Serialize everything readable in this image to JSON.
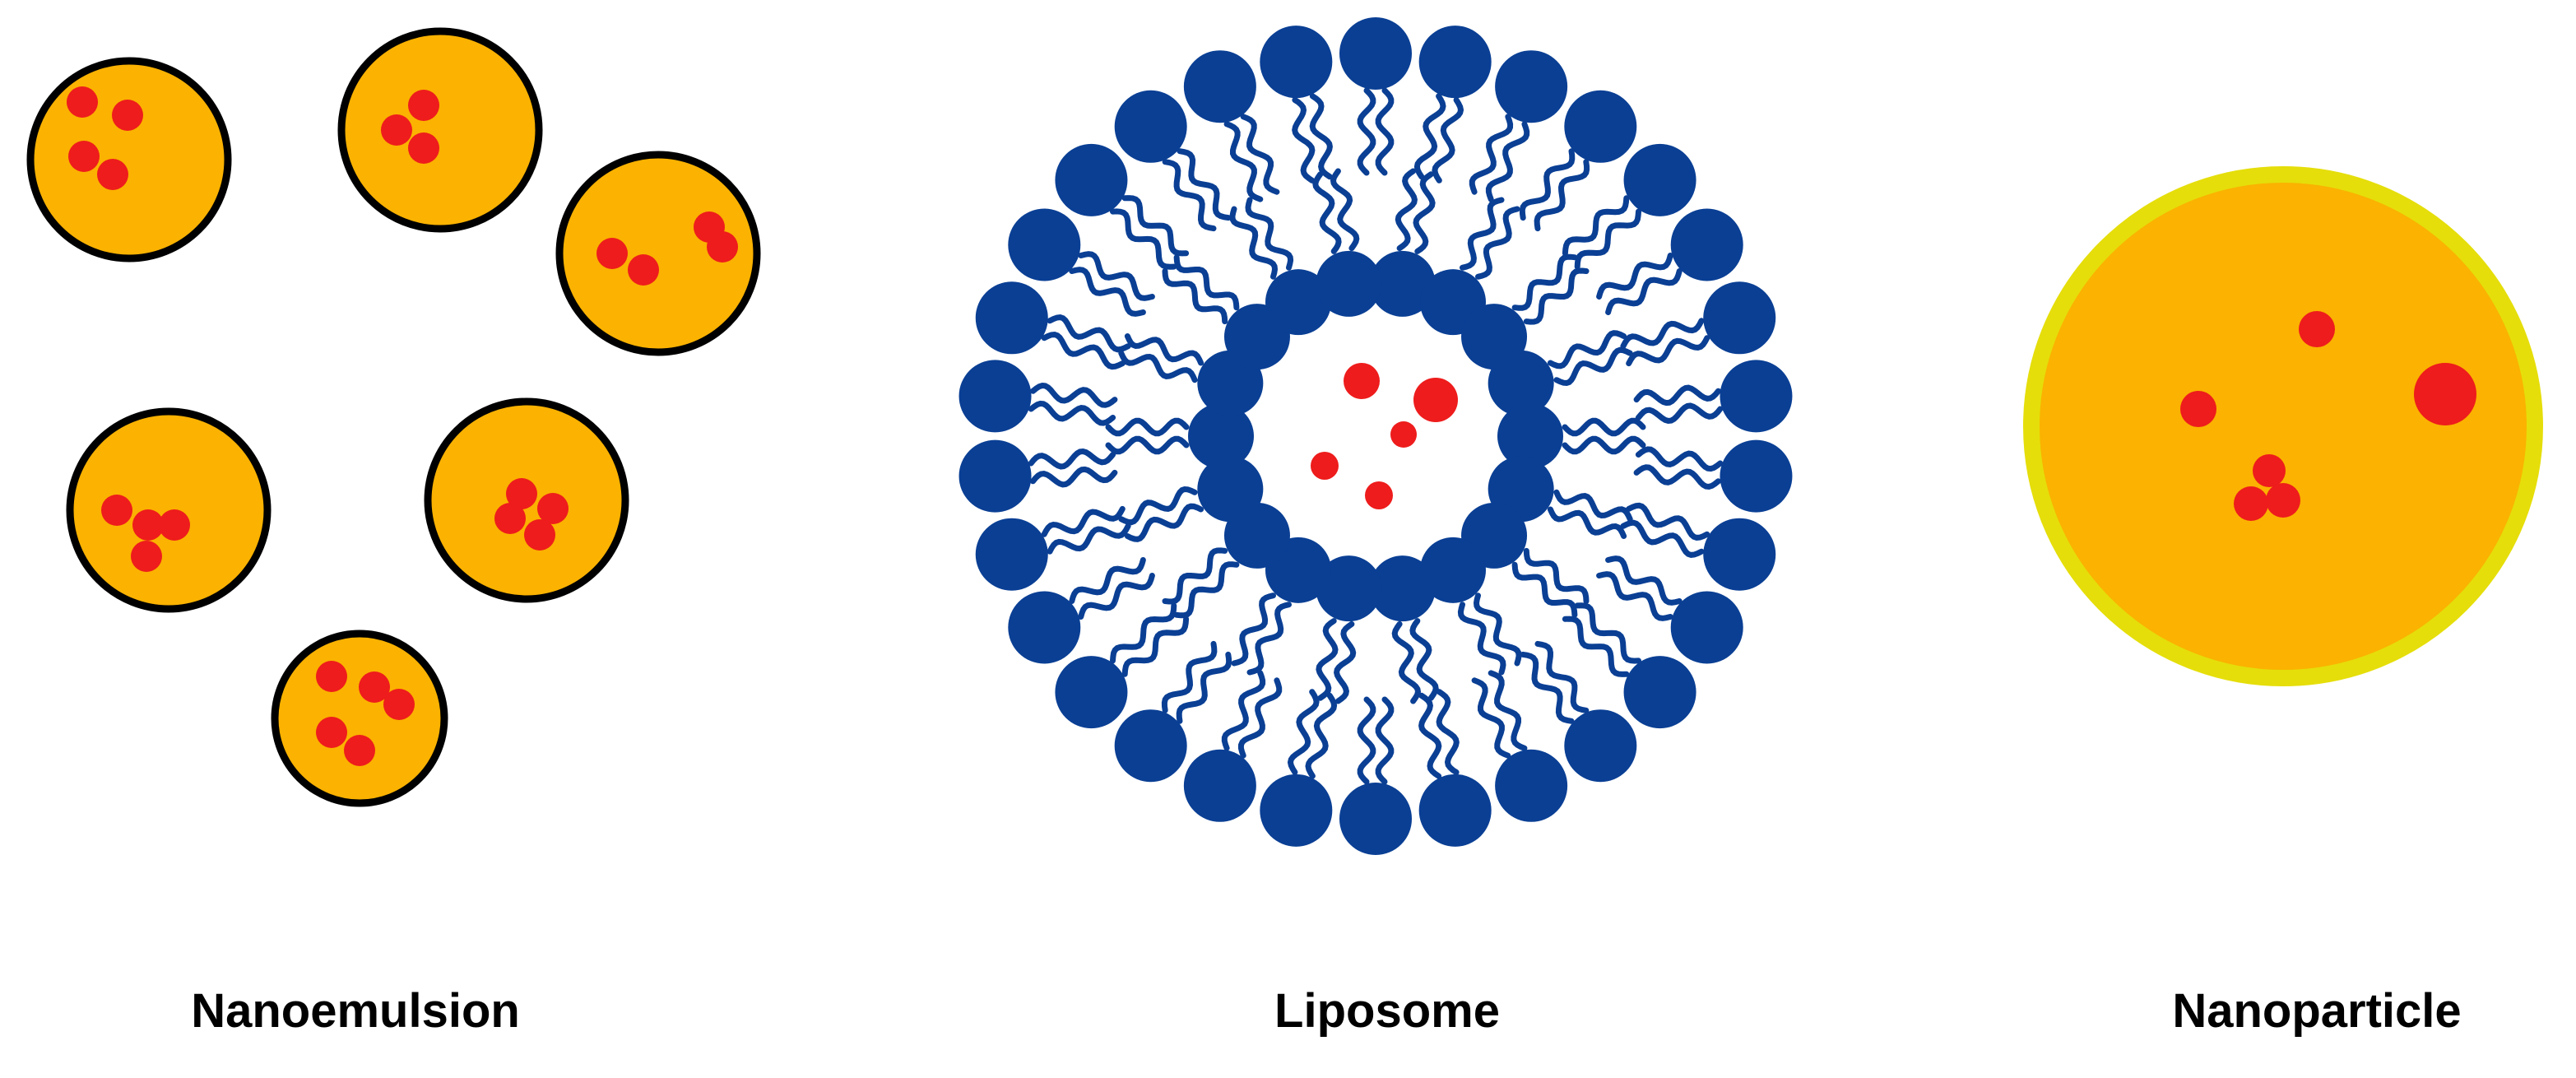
{
  "labels": {
    "nanoemulsion": "Nanoemulsion",
    "liposome": "Liposome",
    "nanoparticle": "Nanoparticle"
  },
  "colors": {
    "droplet_fill": "#FBB200",
    "droplet_outline": "#000000",
    "payload": "#EE1C1C",
    "lipid": "#0A3F94",
    "nanoparticle_fill": "#FBB200",
    "nanoparticle_shell": "#E5DE0A",
    "background": "#FFFFFF"
  }
}
